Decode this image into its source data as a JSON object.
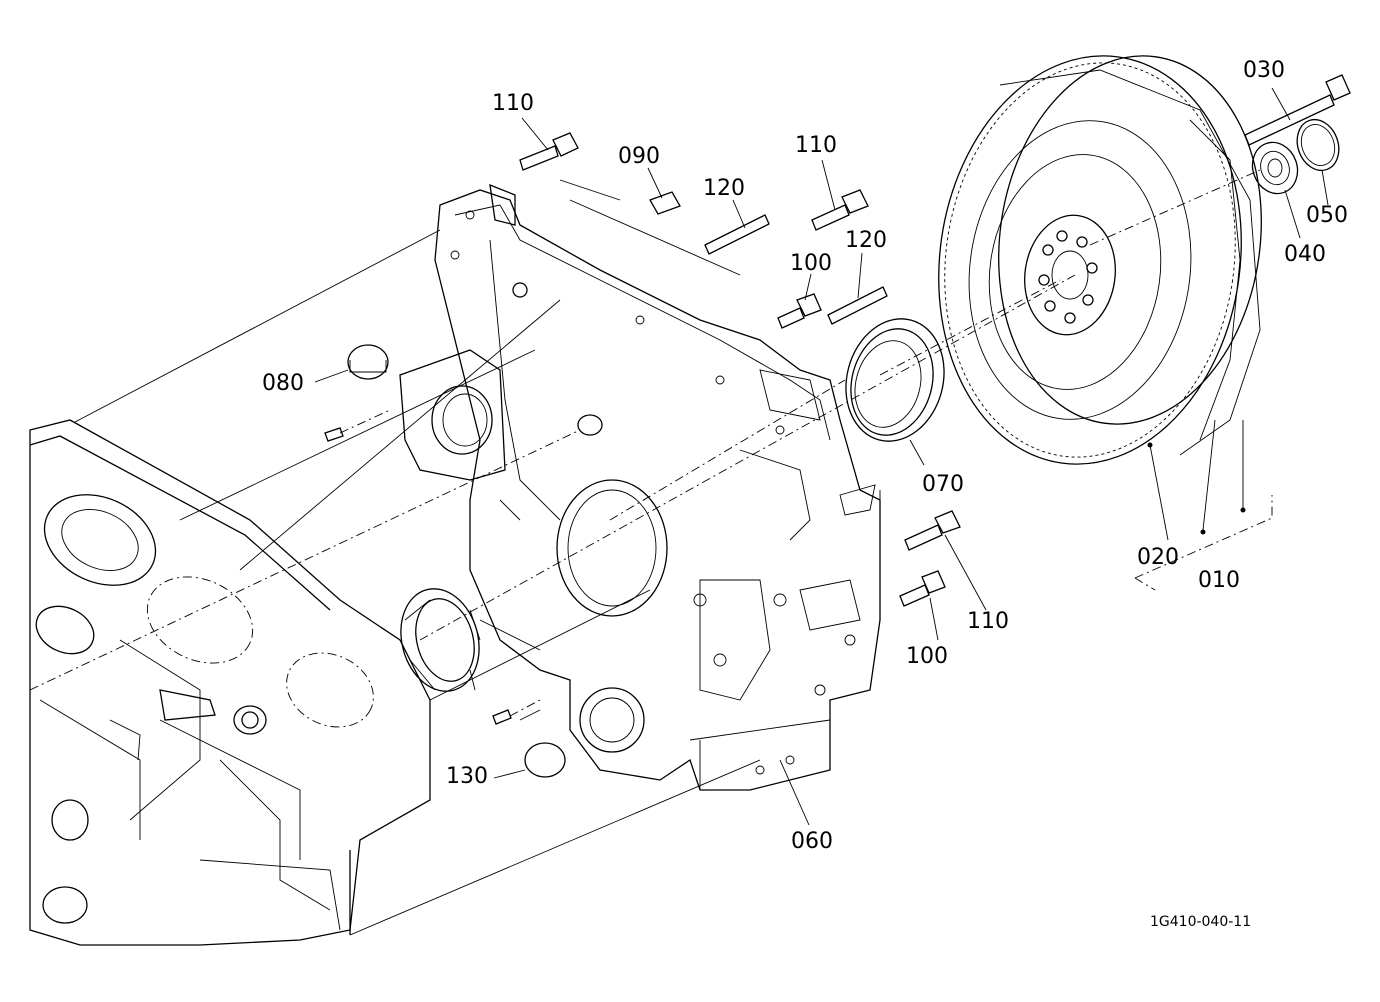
{
  "labels": {
    "p010": "010",
    "p020": "020",
    "p030": "030",
    "p040": "040",
    "p050": "050",
    "p060": "060",
    "p070": "070",
    "p080": "080",
    "p090": "090",
    "p100a": "100",
    "p100b": "100",
    "p110a": "110",
    "p110b": "110",
    "p110c": "110",
    "p120a": "120",
    "p120b": "120",
    "p130": "130"
  },
  "reference_code": "1G410-040-11"
}
